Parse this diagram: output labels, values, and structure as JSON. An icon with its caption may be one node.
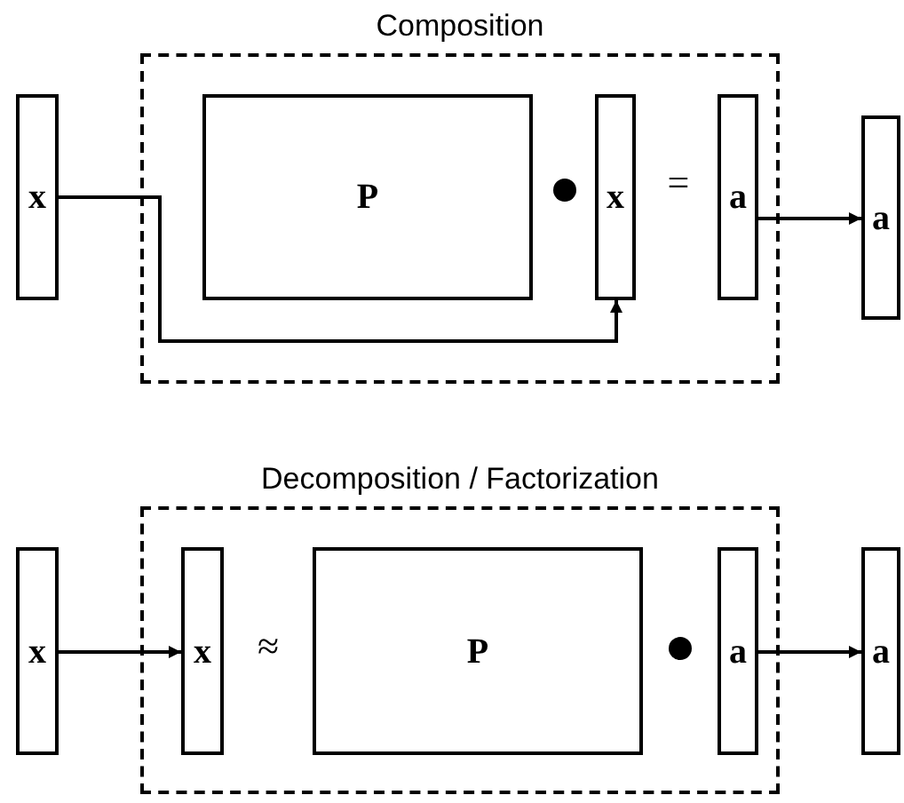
{
  "diagram": {
    "nodes": [
      {
        "text": [
          "x"
        ]
      },
      {
        "text": [
          "Composition"
        ]
      },
      {
        "text": [
          "P"
        ],
        "in": 1
      },
      {
        "text": [
          "x"
        ],
        "in": 1
      },
      {
        "text": [
          "a"
        ],
        "in": 1
      },
      {
        "text": [
          "a"
        ]
      },
      {
        "text": [
          "x"
        ]
      },
      {
        "text": [
          "Decomposition / Factorization"
        ]
      },
      {
        "text": [
          "x"
        ],
        "in": 7
      },
      {
        "text": [
          "P"
        ],
        "in": 7
      },
      {
        "text": [
          "a"
        ],
        "in": 7
      },
      {
        "text": [
          "a"
        ]
      }
    ],
    "edges": [
      {
        "from": 0,
        "to": 3,
        "arrow": "to"
      },
      {
        "from": 4,
        "to": 5,
        "arrow": "to"
      },
      {
        "from": 6,
        "to": 8,
        "arrow": "to"
      },
      {
        "from": 10,
        "to": 11,
        "arrow": "to"
      }
    ],
    "labels": [
      "=",
      "≈"
    ]
  }
}
